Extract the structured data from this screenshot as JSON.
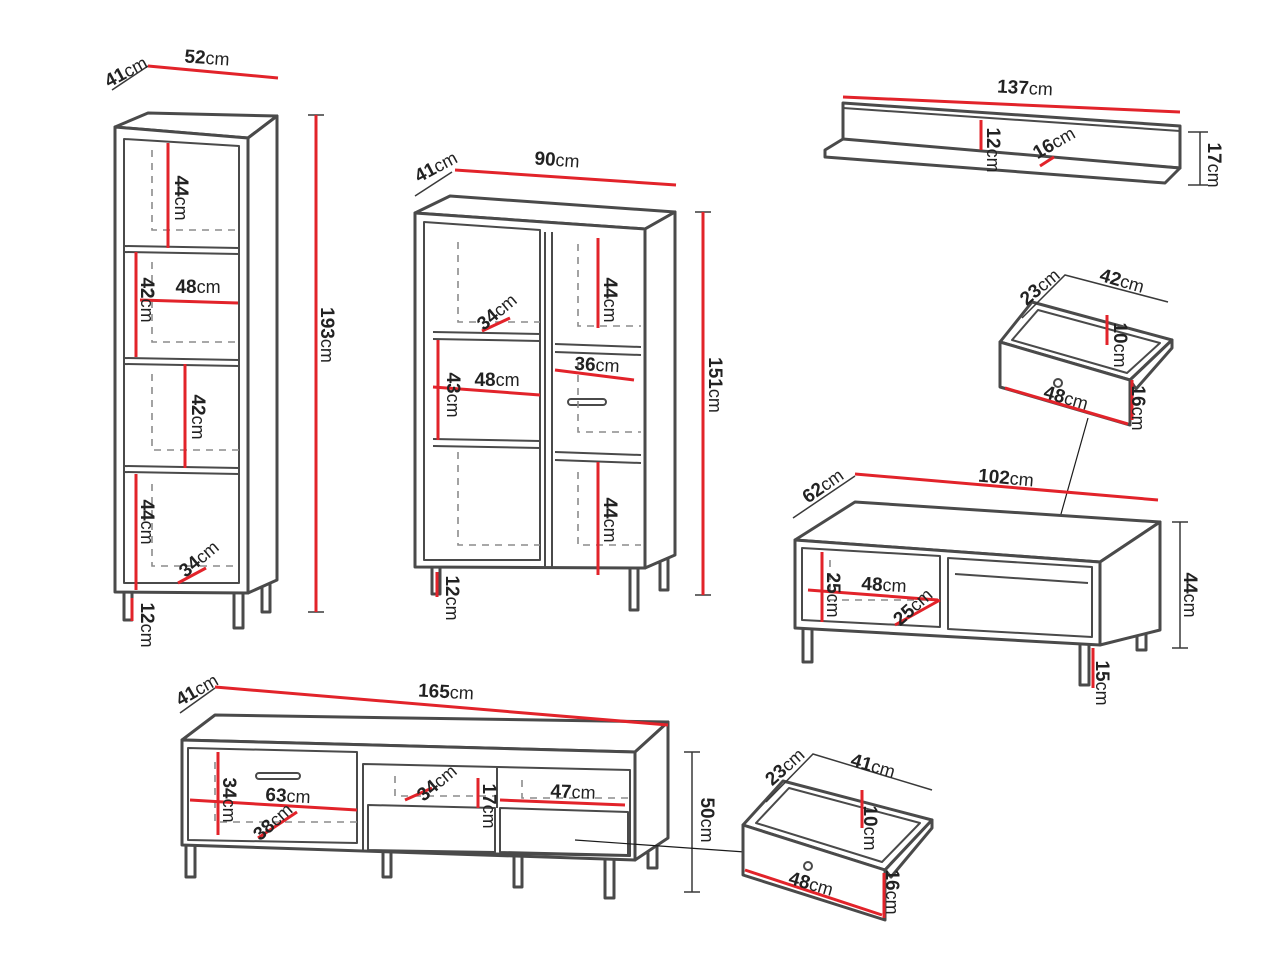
{
  "colors": {
    "dimension_line": "#e2232a",
    "outline": "#4a4a4a",
    "hidden_line": "#8c8c8c",
    "background": "#ffffff"
  },
  "tall_cabinet": {
    "depth": {
      "n": "41",
      "u": "cm"
    },
    "width": {
      "n": "52",
      "u": "cm"
    },
    "top_compartment_height": {
      "n": "44",
      "u": "cm"
    },
    "second_compartment_height": {
      "n": "42",
      "u": "cm"
    },
    "inner_width": {
      "n": "48",
      "u": "cm"
    },
    "third_compartment_height": {
      "n": "42",
      "u": "cm"
    },
    "bottom_compartment_height": {
      "n": "44",
      "u": "cm"
    },
    "inner_depth": {
      "n": "34",
      "u": "cm"
    },
    "height": {
      "n": "193",
      "u": "cm"
    },
    "leg_height": {
      "n": "12",
      "u": "cm"
    }
  },
  "display_cabinet": {
    "depth": {
      "n": "41",
      "u": "cm"
    },
    "width": {
      "n": "90",
      "u": "cm"
    },
    "upper_right_height": {
      "n": "44",
      "u": "cm"
    },
    "inner_depth": {
      "n": "34",
      "u": "cm"
    },
    "left_inner_width": {
      "n": "48",
      "u": "cm"
    },
    "left_compartment_height": {
      "n": "43",
      "u": "cm"
    },
    "right_inner_width": {
      "n": "36",
      "u": "cm"
    },
    "height": {
      "n": "151",
      "u": "cm"
    },
    "lower_right_height": {
      "n": "44",
      "u": "cm"
    },
    "leg_height": {
      "n": "12",
      "u": "cm"
    }
  },
  "wall_shelf": {
    "width": {
      "n": "137",
      "u": "cm"
    },
    "back_height": {
      "n": "12",
      "u": "cm"
    },
    "depth": {
      "n": "16",
      "u": "cm"
    },
    "height": {
      "n": "17",
      "u": "cm"
    }
  },
  "coffee_table_drawer": {
    "depth": {
      "n": "23",
      "u": "cm"
    },
    "width": {
      "n": "42",
      "u": "cm"
    },
    "inner_height": {
      "n": "10",
      "u": "cm"
    },
    "front_width": {
      "n": "48",
      "u": "cm"
    },
    "front_height": {
      "n": "16",
      "u": "cm"
    }
  },
  "coffee_table": {
    "depth": {
      "n": "62",
      "u": "cm"
    },
    "width": {
      "n": "102",
      "u": "cm"
    },
    "compartment_height": {
      "n": "25",
      "u": "cm"
    },
    "compartment_width": {
      "n": "48",
      "u": "cm"
    },
    "compartment_depth": {
      "n": "25",
      "u": "cm"
    },
    "height": {
      "n": "44",
      "u": "cm"
    },
    "leg_height": {
      "n": "15",
      "u": "cm"
    }
  },
  "tv_stand": {
    "depth": {
      "n": "41",
      "u": "cm"
    },
    "width": {
      "n": "165",
      "u": "cm"
    },
    "left_compartment_height": {
      "n": "34",
      "u": "cm"
    },
    "left_compartment_width": {
      "n": "63",
      "u": "cm"
    },
    "left_compartment_depth": {
      "n": "38",
      "u": "cm"
    },
    "open_shelf_depth": {
      "n": "34",
      "u": "cm"
    },
    "open_shelf_height": {
      "n": "17",
      "u": "cm"
    },
    "open_shelf_width": {
      "n": "47",
      "u": "cm"
    },
    "height": {
      "n": "50",
      "u": "cm"
    }
  },
  "tv_stand_drawer": {
    "depth": {
      "n": "23",
      "u": "cm"
    },
    "width": {
      "n": "41",
      "u": "cm"
    },
    "inner_height": {
      "n": "10",
      "u": "cm"
    },
    "front_width": {
      "n": "48",
      "u": "cm"
    },
    "front_height": {
      "n": "16",
      "u": "cm"
    }
  }
}
